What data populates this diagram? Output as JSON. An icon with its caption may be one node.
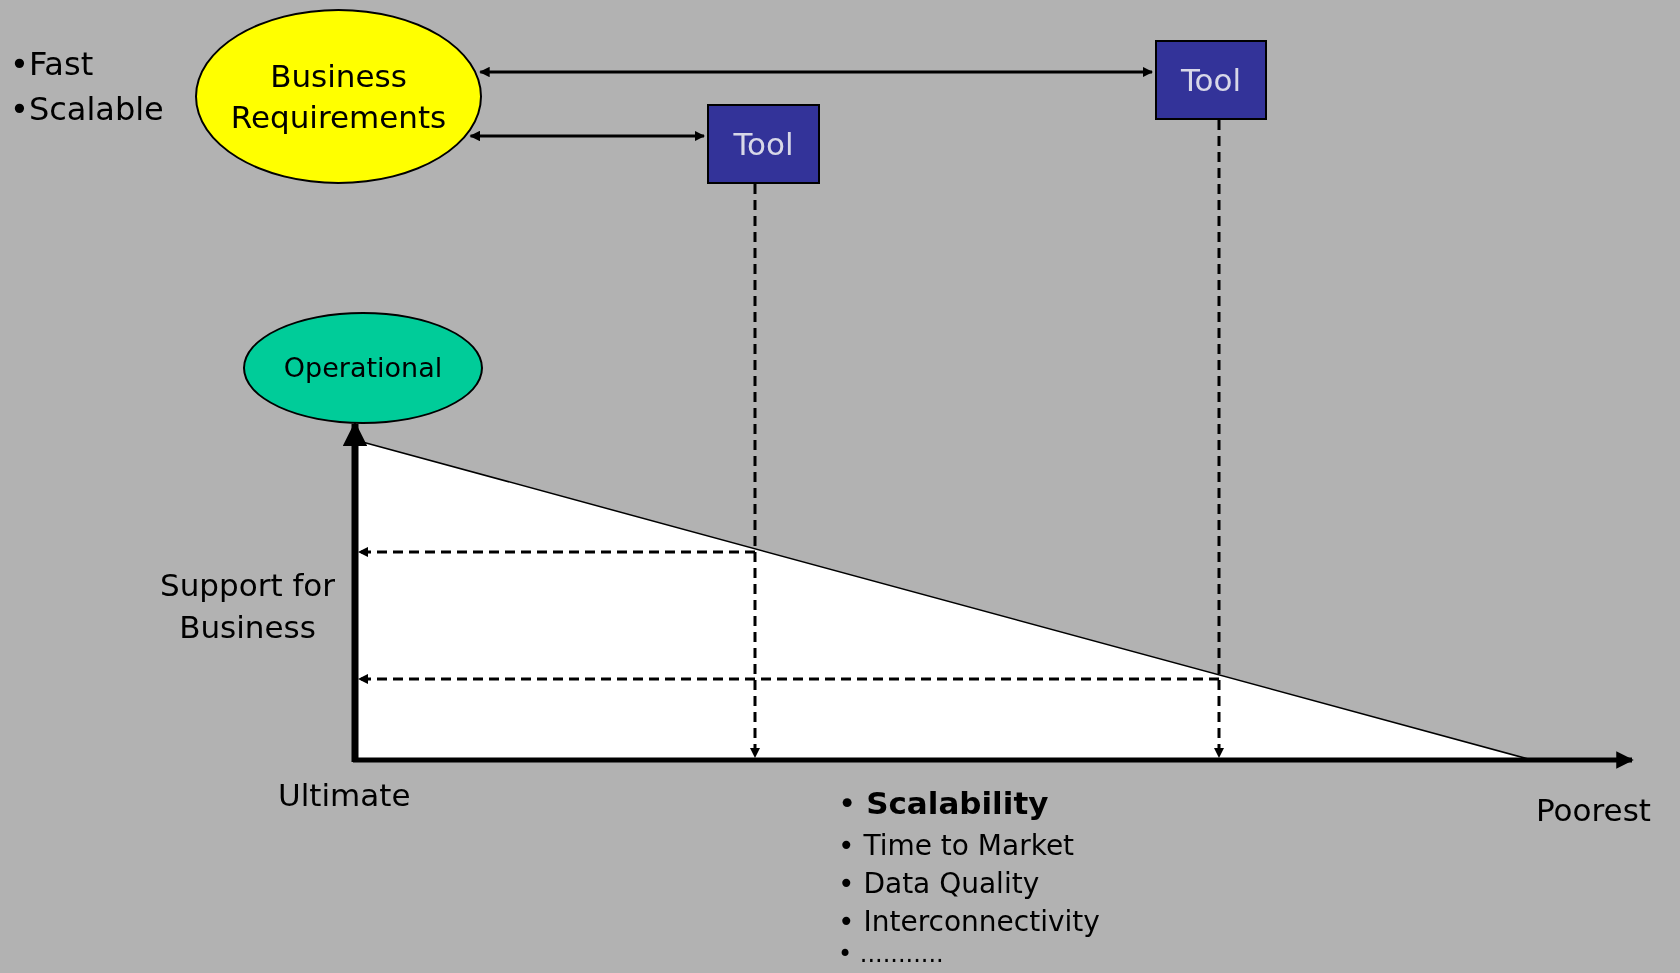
{
  "diagram": {
    "nodes": [
      {
        "text": [
          "Business Requirements"
        ]
      },
      {
        "text": [
          "Tool"
        ]
      },
      {
        "text": [
          "Tool"
        ]
      },
      {
        "text": [
          "Operational"
        ]
      }
    ],
    "edges": [
      {
        "from": 0,
        "to": 2,
        "arrow": "both"
      },
      {
        "from": 0,
        "to": 1,
        "arrow": "both"
      },
      {
        "from": 1,
        "to": null,
        "arrow": "to",
        "style": "dashed"
      },
      {
        "from": 2,
        "to": null,
        "arrow": "to",
        "style": "dashed"
      },
      {
        "from": null,
        "to": 3,
        "arrow": "to",
        "style": "thick"
      }
    ],
    "labels": [
      "•Fast",
      "•Scalable",
      "Support for Business",
      "Ultimate",
      "• **Scalability**",
      "• Time to Market",
      "• Data Quality",
      "• Interconnectivity",
      "• ...........",
      "Poorest"
    ]
  }
}
